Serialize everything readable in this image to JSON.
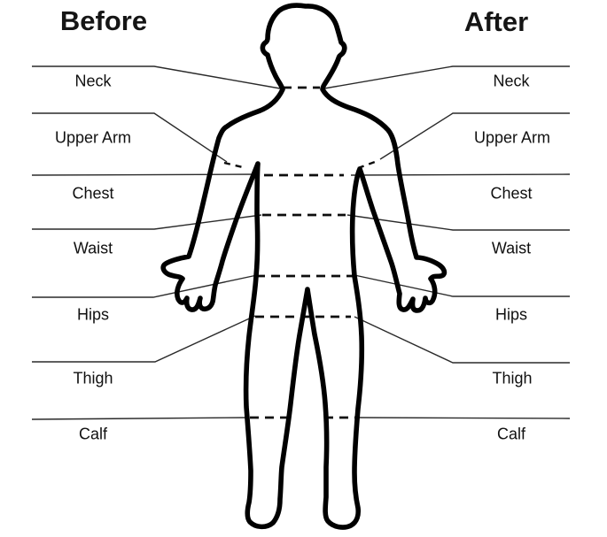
{
  "header": {
    "left_title": "Before",
    "right_title": "After"
  },
  "labels": {
    "left": [
      "Neck",
      "Upper Arm",
      "Chest",
      "Waist",
      "Hips",
      "Thigh",
      "Calf"
    ],
    "right": [
      "Neck",
      "Upper Arm",
      "Chest",
      "Waist",
      "Hips",
      "Thigh",
      "Calf"
    ]
  },
  "figure": {
    "icon": "human-body-front-outline-icon",
    "measurement_sites": [
      "Neck",
      "Upper Arm",
      "Chest",
      "Waist",
      "Hips",
      "Thigh",
      "Calf"
    ]
  },
  "colors": {
    "background": "#ffffff",
    "outline_ink": "#000000",
    "connector_line": "#2a2a2a",
    "text": "#101010"
  }
}
